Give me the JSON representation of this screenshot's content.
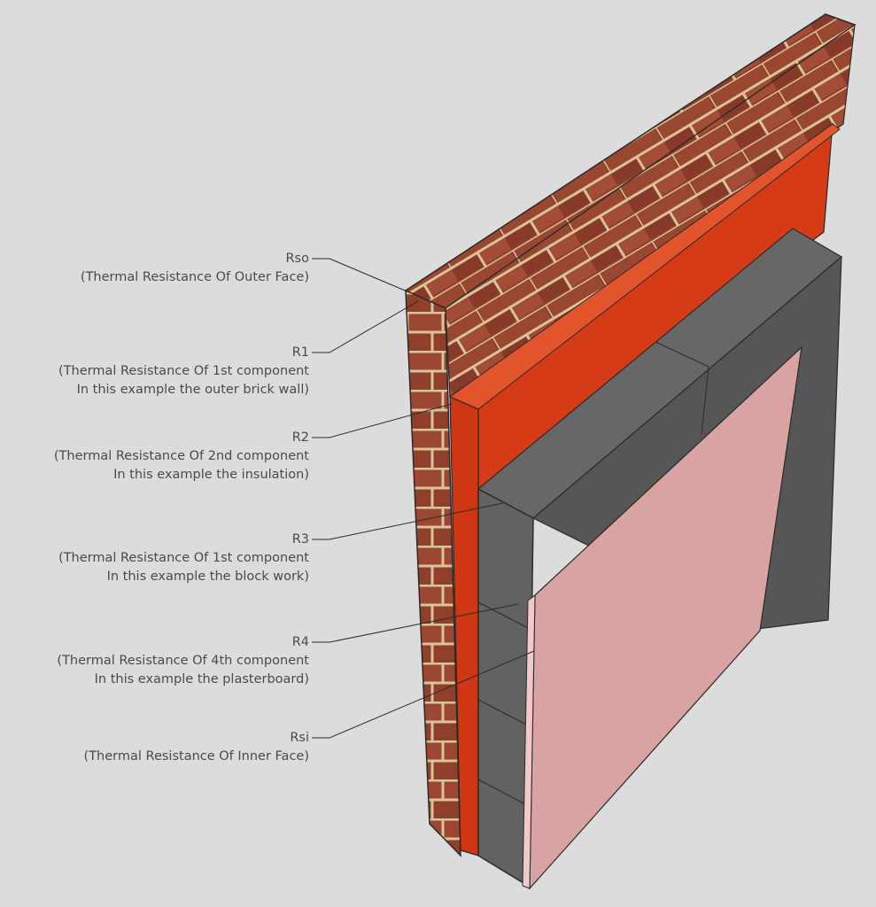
{
  "colors": {
    "background": "#dcdcdc",
    "brick": "#8f3f2b",
    "brick_mortar": "#d9c49a",
    "insulation": "#d63b17",
    "blockwork": "#5d5d5d",
    "plasterboard": "#d9a3a3",
    "leader_line": "#2a2a2a"
  },
  "labels": [
    {
      "id": "rso",
      "title": "Rso",
      "lines": [
        "(Thermal Resistance Of Outer Face)"
      ]
    },
    {
      "id": "r1",
      "title": "R1",
      "lines": [
        "(Thermal Resistance Of 1st component",
        "In this example the outer brick wall)"
      ]
    },
    {
      "id": "r2",
      "title": "R2",
      "lines": [
        "(Thermal Resistance Of 2nd component",
        "In this example the insulation)"
      ]
    },
    {
      "id": "r3",
      "title": "R3",
      "lines": [
        "(Thermal Resistance Of 1st component",
        "In this example the block work)"
      ]
    },
    {
      "id": "r4",
      "title": "R4",
      "lines": [
        "(Thermal Resistance Of 4th component",
        "In this example the plasterboard)"
      ]
    },
    {
      "id": "rsi",
      "title": "Rsi",
      "lines": [
        "(Thermal Resistance Of Inner Face)"
      ]
    }
  ]
}
